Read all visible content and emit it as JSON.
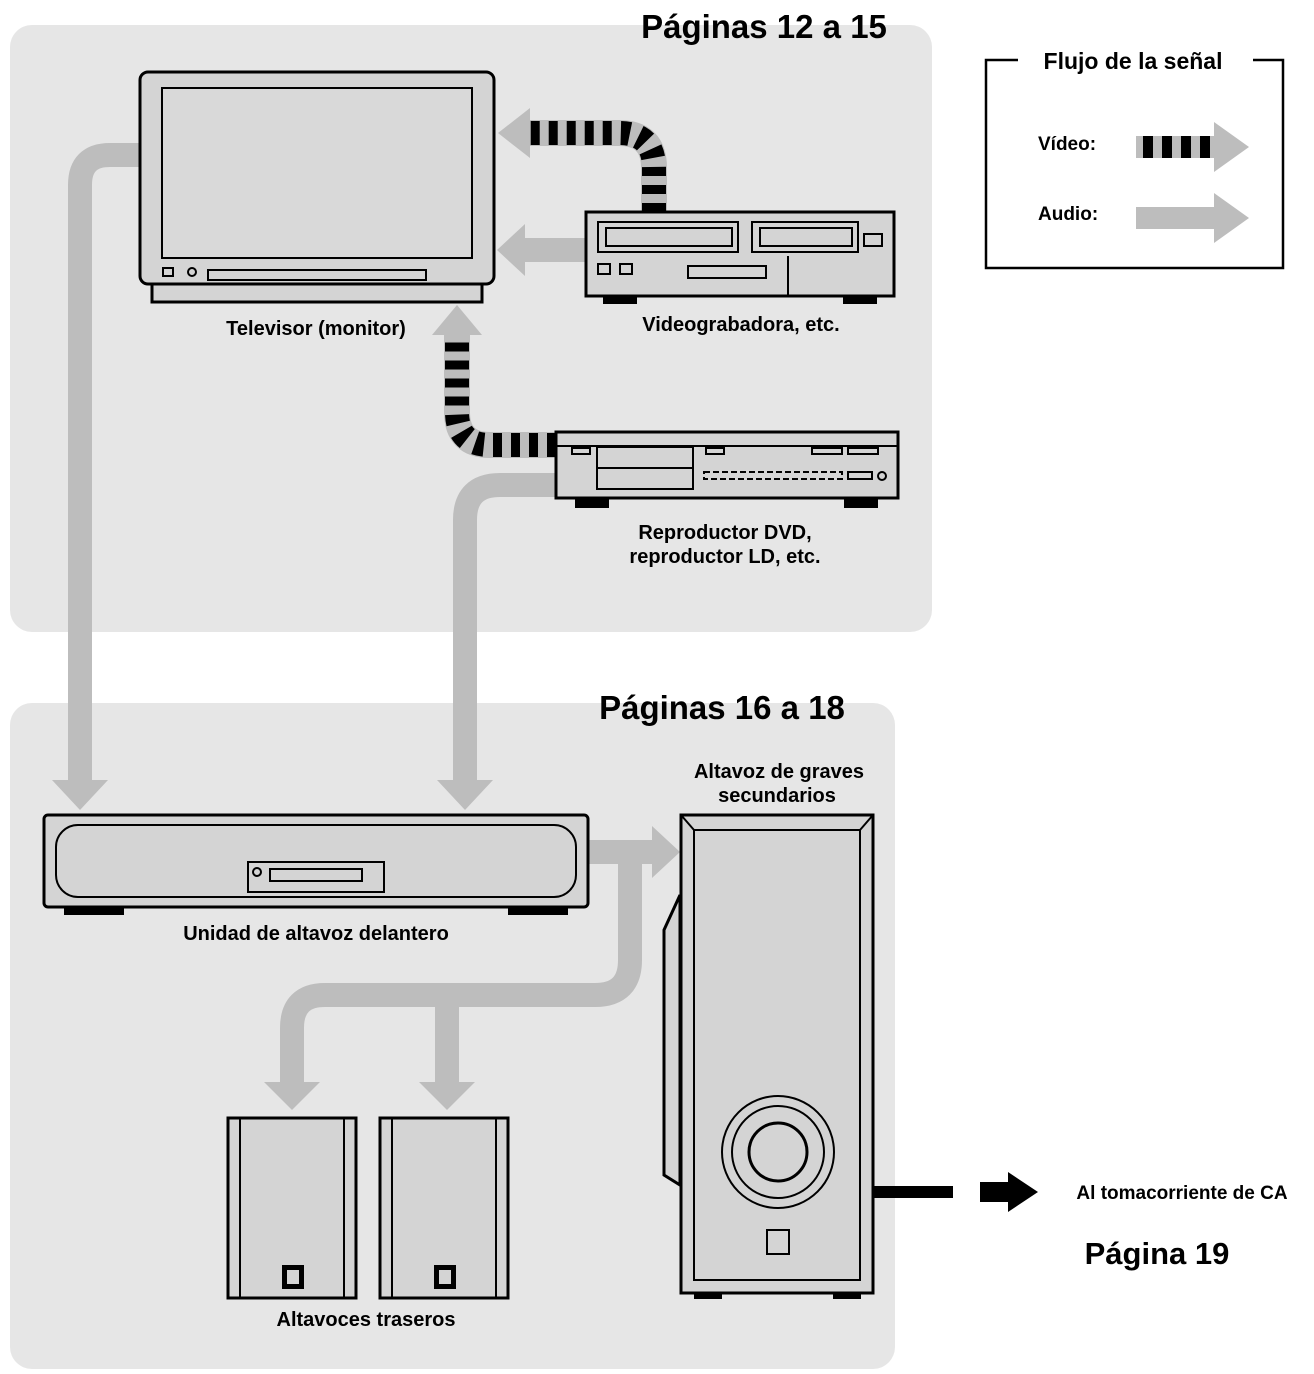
{
  "diagram": {
    "sections": {
      "top_title": "Páginas 12 a 15",
      "bottom_title": "Páginas 16 a 18",
      "power_title": "Página 19"
    },
    "legend": {
      "title": "Flujo de la señal",
      "video_label": "Vídeo:",
      "audio_label": "Audio:"
    },
    "devices": {
      "tv": "Televisor (monitor)",
      "vcr": "Videograbadora, etc.",
      "dvd_line1": "Reproductor DVD,",
      "dvd_line2": "reproductor LD, etc.",
      "front_unit": "Unidad de altavoz delantero",
      "subwoofer_line1": "Altavoz de graves",
      "subwoofer_line2": "secundarios",
      "rear_speakers": "Altavoces traseros",
      "ac_outlet": "Al tomacorriente de CA"
    },
    "colors": {
      "panel": "#e6e6e6",
      "audio_arrow": "#bdbdbd",
      "device_fill": "#d4d4d4",
      "stroke": "#000000"
    }
  }
}
